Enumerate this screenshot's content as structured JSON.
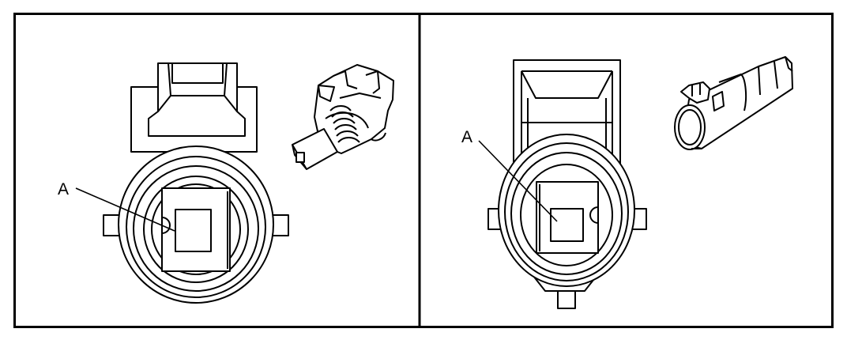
{
  "colors": {
    "line": "#000000",
    "background": "#ffffff"
  },
  "panels": [
    {
      "name": "left",
      "callout_label": "A"
    },
    {
      "name": "right",
      "callout_label": "A"
    }
  ]
}
